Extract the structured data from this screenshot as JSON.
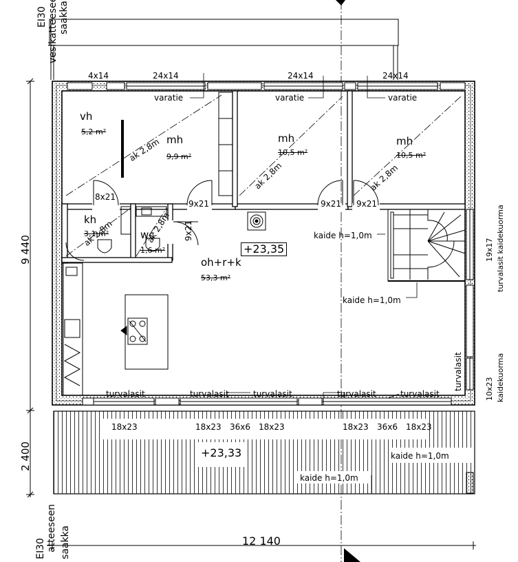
{
  "edge_labels": {
    "top_left_fire": "EI30",
    "top_left_roof": "vesikatteeseen",
    "top_left_roof2": "saakka",
    "bottom_left_fire": "EI30",
    "bottom_left_roof": "atteeseen",
    "bottom_left_roof2": "saakka"
  },
  "dimensions": {
    "height_main": "9 440",
    "height_terrace": "2 400",
    "width_total": "12 140"
  },
  "windows_top": [
    "4x14",
    "24x14",
    "24x14",
    "24x14"
  ],
  "varatie_labels": [
    "varatie",
    "varatie",
    "varatie"
  ],
  "rooms": [
    {
      "name": "vh",
      "area": "5,2 m²"
    },
    {
      "name": "mh",
      "area": "9,9 m²"
    },
    {
      "name": "mh",
      "area": "10,5 m²"
    },
    {
      "name": "mh",
      "area": "10,5 m²"
    },
    {
      "name": "kh",
      "area": "3,1 m²"
    },
    {
      "name": "wc",
      "area": "1,6 m²"
    },
    {
      "name": "oh+r+k",
      "area": "53,3 m²"
    }
  ],
  "ceiling_heights": [
    "ak 2,8m",
    "ak 2,8m",
    "ak 2,8m",
    "ak 2,8m",
    "ak 2,8m"
  ],
  "doors": [
    "8x21",
    "9x21",
    "9x21",
    "9x21",
    "9x21"
  ],
  "levels": {
    "floor": "+23,35",
    "terrace": "+23,33"
  },
  "railings": [
    "kaide h=1,0m",
    "kaide h=1,0m",
    "kaide h=1,0m",
    "kaide h=1,0m"
  ],
  "safety_glass": [
    "turvalasit",
    "turvalasit",
    "turvalasit",
    "turvalasit",
    "turvalasit",
    "turvalasit"
  ],
  "right_notes": {
    "window_1_size": "19x17",
    "window_1_desc": "turvalasit kaidekuorma",
    "window_2_size": "10x23",
    "window_2_desc": "kaidekuorma"
  },
  "bottom_windows": [
    "18x23",
    "18x23",
    "36x6",
    "18x23",
    "18x23",
    "36x6",
    "18x23"
  ]
}
